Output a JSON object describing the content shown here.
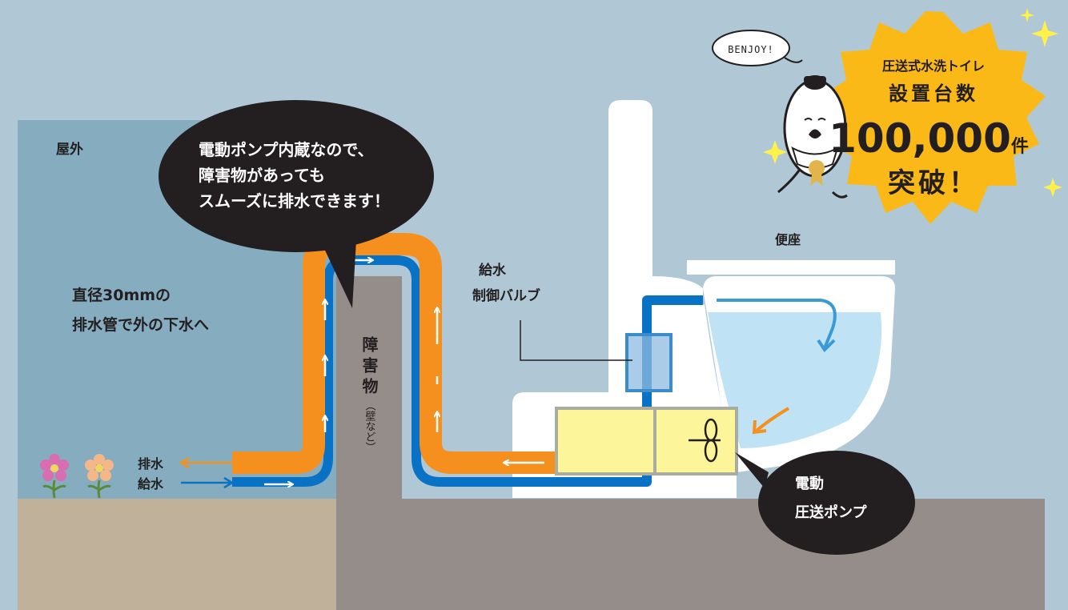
{
  "labels": {
    "outdoor": "屋外",
    "pipe_note_line1": "直径30mmの",
    "pipe_note_line2": "排水管で外の下水へ",
    "drain": "排水",
    "supply": "給水",
    "obstacle": "障害物",
    "obstacle_sub": "（壁など）",
    "valve_line1": "給水",
    "valve_line2": "制御バルブ",
    "seat": "便座"
  },
  "bubbles": {
    "main": {
      "line1": "電動ポンプ内蔵なので、",
      "line2": "障害物があっても",
      "line3": "スムーズに排水できます！"
    },
    "pump": {
      "line1": "電動",
      "line2": "圧送ポンプ"
    },
    "mascot": "BENJOY!"
  },
  "badge": {
    "line1": "圧送式水洗トイレ",
    "line2": "設置台数",
    "number": "100,000",
    "unit": "件",
    "line3": "突破！"
  },
  "colors": {
    "background": "#b0c8d5",
    "outdoor": "#86adbf",
    "ground": "#c0b29a",
    "wall": "#948d89",
    "drain_pipe": "#f5901e",
    "supply_pipe": "#0a72c4",
    "pump": "#fdf59a",
    "badge": "#fbb917",
    "water": "#bfe3f4",
    "bubble": "#231f20"
  }
}
